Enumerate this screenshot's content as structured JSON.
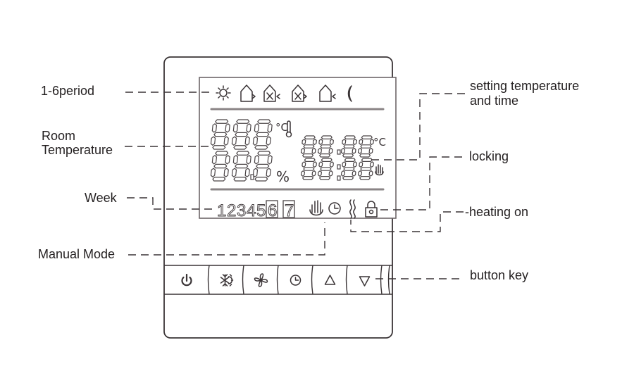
{
  "labels": {
    "period": "1-6period",
    "room_temp_line1": "Room",
    "room_temp_line2": "Temperature",
    "week": "Week",
    "manual_mode": "Manual Mode",
    "setting_line1": "setting temperature",
    "setting_line2": "and time",
    "locking": "locking",
    "heating_on": "-heating on",
    "button_key": "button key"
  },
  "lcd": {
    "period_icons": [
      "sun-icon",
      "home-leave-icon",
      "home-eat-return-icon",
      "home-eat-leave-icon",
      "home-return-icon",
      "moon-icon"
    ],
    "room_temp_digits": "88.8",
    "room_humidity_digits": "88.8",
    "celsius_unit": "°C",
    "percent_unit": "%",
    "setting_digits_top": "88:88",
    "setting_digits_bottom": "88:88",
    "setting_unit": "°C",
    "week_days": [
      "1",
      "2",
      "3",
      "4",
      "5",
      "6",
      "7"
    ],
    "boxed_days": [
      "6",
      "7"
    ],
    "status_icons": [
      "manual-hand-icon",
      "clock-icon",
      "heating-waves-icon",
      "lock-icon"
    ]
  },
  "buttons": [
    {
      "name": "power-button",
      "icon": "power-icon",
      "glyph": "⏻"
    },
    {
      "name": "mode-button",
      "icon": "snow-sun-icon",
      "glyph": "❄"
    },
    {
      "name": "fan-button",
      "icon": "fan-icon",
      "glyph": "✢"
    },
    {
      "name": "clock-button",
      "icon": "clock-icon",
      "glyph": "◷"
    },
    {
      "name": "up-button",
      "icon": "triangle-up-icon",
      "glyph": "△"
    },
    {
      "name": "down-button",
      "icon": "triangle-down-icon",
      "glyph": "▽"
    }
  ],
  "colors": {
    "line": "#3a3436",
    "text": "#231f20",
    "lcd_border": "#6d6668",
    "background": "#ffffff"
  }
}
